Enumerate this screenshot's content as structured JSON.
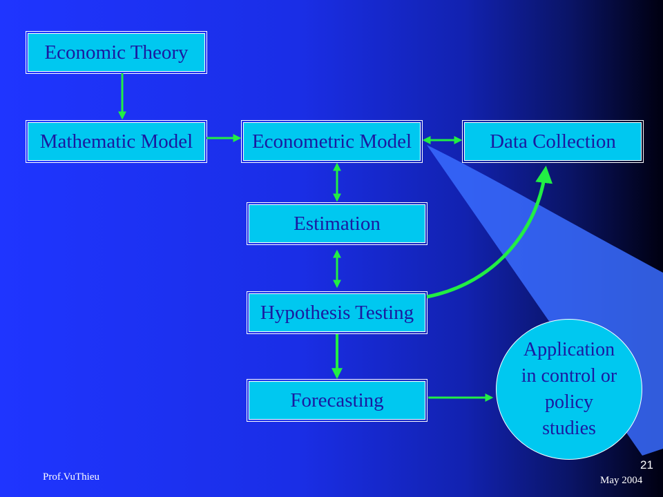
{
  "diagram": {
    "nodes": {
      "economic_theory": "Economic Theory",
      "mathematic_model": "Mathematic Model",
      "econometric_model": "Econometric Model",
      "data_collection": "Data Collection",
      "estimation": "Estimation",
      "hypothesis_testing": "Hypothesis Testing",
      "forecasting": "Forecasting",
      "application_lines": [
        "Application",
        "in control or",
        "policy",
        "studies"
      ]
    },
    "edges": [
      {
        "from": "economic_theory",
        "to": "mathematic_model",
        "type": "one-way"
      },
      {
        "from": "mathematic_model",
        "to": "econometric_model",
        "type": "one-way"
      },
      {
        "from": "econometric_model",
        "to": "data_collection",
        "type": "two-way"
      },
      {
        "from": "econometric_model",
        "to": "estimation",
        "type": "two-way"
      },
      {
        "from": "estimation",
        "to": "hypothesis_testing",
        "type": "two-way"
      },
      {
        "from": "hypothesis_testing",
        "to": "forecasting",
        "type": "one-way"
      },
      {
        "from": "hypothesis_testing",
        "to": "data_collection",
        "type": "one-way-curved"
      },
      {
        "from": "forecasting",
        "to": "application",
        "type": "one-way"
      }
    ],
    "colors": {
      "box_fill": "#00c8f0",
      "box_text": "#1a1aa0",
      "arrow": "#22ee44",
      "background_accent": "#3a6cff"
    }
  },
  "footer": {
    "author": "Prof.VuThieu",
    "page_number": "21",
    "date": "May 2004"
  }
}
